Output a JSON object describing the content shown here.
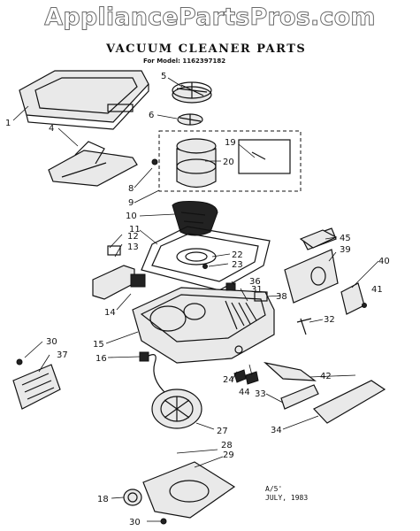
{
  "watermark": "AppliancePartsPros.com",
  "title": "VACUUM CLEANER PARTS",
  "model": "For Model: 1162397182",
  "stamp": {
    "code": "A/5'",
    "date": "JULY, 1983"
  },
  "callouts": [
    "1",
    "4",
    "5",
    "6",
    "8",
    "9",
    "10",
    "11",
    "12",
    "13",
    "14",
    "15",
    "16",
    "18",
    "19",
    "20",
    "22",
    "23",
    "24",
    "27",
    "28",
    "29",
    "30",
    "31",
    "32",
    "33",
    "34",
    "36",
    "37",
    "38",
    "39",
    "40",
    "41",
    "42",
    "44",
    "45",
    "30"
  ]
}
